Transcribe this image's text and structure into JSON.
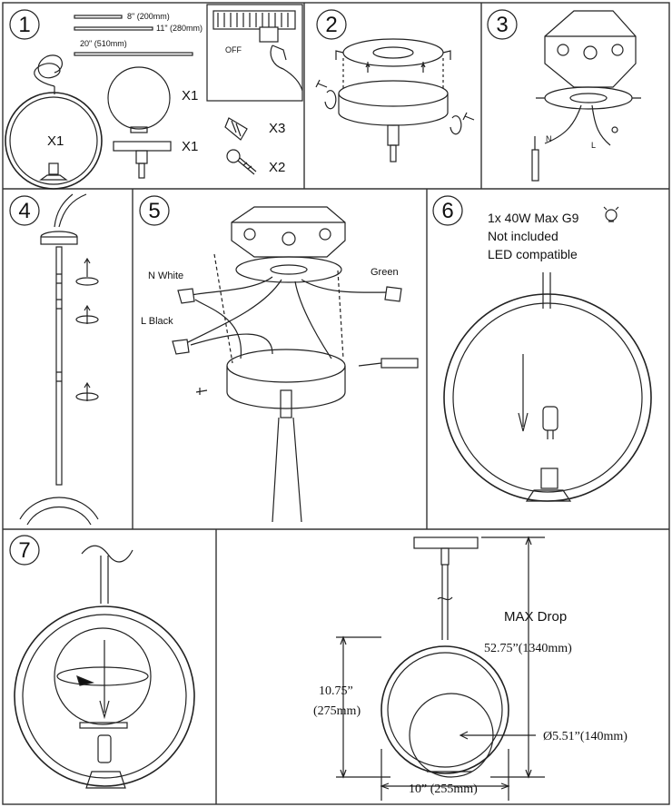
{
  "steps": [
    "1",
    "2",
    "3",
    "4",
    "5",
    "6",
    "7"
  ],
  "step1": {
    "rod_lengths": [
      "8\" (200mm)",
      "11\" (280mm)",
      "20\" (510mm)"
    ],
    "switch_label": "OFF",
    "qty_frame": "X1",
    "qty_globe": "X1",
    "qty_canopy": "X1",
    "qty_wirenut": "X3",
    "qty_screw": "X2"
  },
  "step3": {
    "wire_n": "N",
    "wire_l": "L"
  },
  "step5": {
    "neutral": "N White",
    "live": "L Black",
    "ground": "Green"
  },
  "step6": {
    "bulb_spec": "1x 40W Max G9",
    "not_included": "Not included",
    "led": "LED compatible"
  },
  "dims": {
    "max_drop_label": "MAX Drop",
    "max_drop_value": "52.75”(1340mm)",
    "height_in": "10.75”",
    "height_mm": "(275mm)",
    "globe_dia": "Ø5.51”(140mm)",
    "width": "10” (255mm)"
  }
}
